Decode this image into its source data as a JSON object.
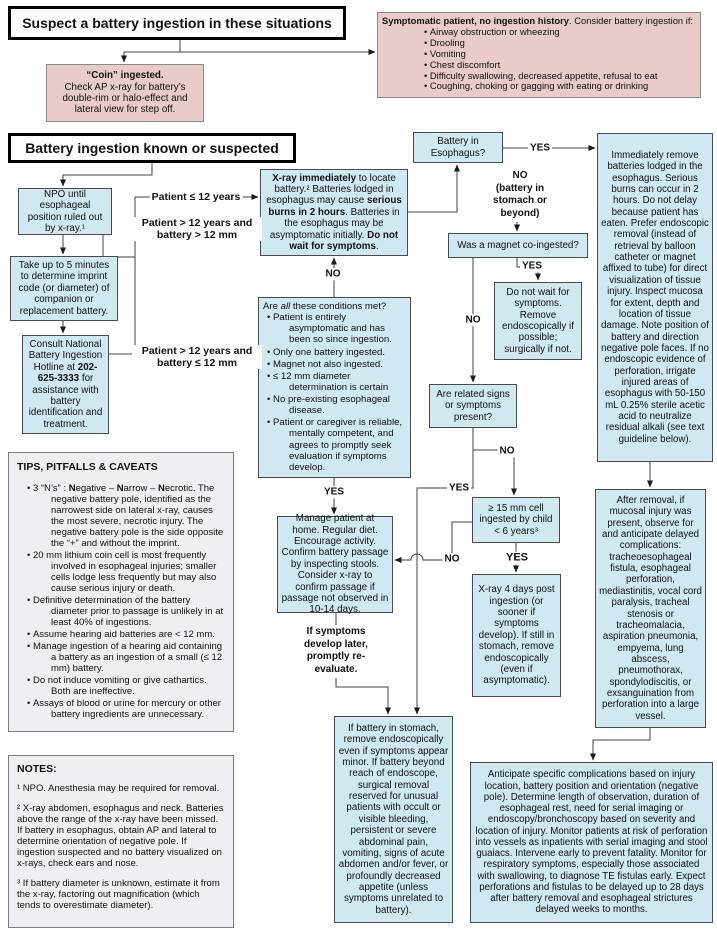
{
  "headers": {
    "suspect": "Suspect a battery ingestion in these situations",
    "known": "Battery ingestion known or suspected"
  },
  "coin": {
    "title": "“Coin” ingested.",
    "body": "Check AP x-ray for battery’s double-rim or halo-effect and lateral view for step off."
  },
  "symptomatic": {
    "intro": "**Symptomatic patient, no ingestion history**. Consider battery ingestion if:",
    "bullets": [
      "Airway obstruction or wheezing",
      "Drooling",
      "Vomiting",
      "Chest discomfort",
      "Difficulty swallowing, decreased appetite, refusal to eat",
      "Coughing, choking or gagging with eating or drinking"
    ]
  },
  "flow": {
    "npo": "NPO until esophageal position ruled out by x-ray.¹",
    "take5": "Take up to 5 minutes to determine imprint code (or diameter) of companion or replacement battery.",
    "hotline": "Consult National Battery Ingestion Hotline at **202-625-3333** for assistance with battery identification and treatment.",
    "xray_now": "**X-ray immediately** to locate battery.² Batteries lodged in esophagus may cause **serious burns in 2 hours**. Batteries in the esophagus may be asymptomatic initially. **Do not wait for symptoms**.",
    "conditions": {
      "intro": "Are *all* these conditions met?",
      "bullets": [
        "Patient is entirely asymptomatic and has been so since ingestion.",
        "Only one battery ingested.",
        "Magnet not also ingested.",
        "≤ 12 mm diameter determination is certain",
        "No pre-existing esophageal disease.",
        "Patient or caregiver is reliable, mentally competent, and agrees to promptly seek evaluation if symptoms develop."
      ]
    },
    "manage_home": "Manage patient at home. Regular diet. Encourage activity. Confirm battery passage by inspecting stools. Consider x-ray to confirm passage if passage not observed in 10-14 days.",
    "if_symptoms": "If symptoms develop later, promptly re-evaluate.",
    "stomach": "If battery in stomach, remove endoscopically even if symptoms appear minor. If battery beyond reach of endoscope, surgical removal reserved for unusual patients with occult or visible bleeding, persistent or severe abdominal pain, vomiting, signs of acute abdomen and/or fever, or profoundly decreased appetite (unless symptoms unrelated to battery).",
    "battery_esophagus": "Battery in Esophagus?",
    "magnet": "Was a magnet co-ingested?",
    "no_wait": "Do not wait for symptoms. Remove endoscopically if possible; surgically if not.",
    "related": "Are related signs or symptoms present?",
    "cell15": "≥ 15 mm cell ingested by child < 6 years³",
    "xray4": "X-ray 4 days post ingestion (or sooner if symptoms develop). If still in stomach, remove endoscopically (even if asymptomatic).",
    "immediate": "Immediately remove batteries lodged in the esophagus. Serious burns can occur in 2 hours. Do not delay because patient has eaten. Prefer endoscopic removal (instead of retrieval by balloon catheter or magnet affixed to tube) for direct visualization of tissue injury. Inspect mucosa for extent, depth and location of tissue damage. Note position of battery and direction negative pole faces. If no endoscopic evidence of perforation, irrigate injured areas of esophagus with 50-150 mL 0.25% sterile acetic acid to neutralize residual alkali (see text guideline below).",
    "after_removal": "After removal, if mucosal injury was present, observe for and anticipate delayed complications: tracheoesophageal fistula, esophageal perforation, mediastinitis, vocal cord paralysis, tracheal stenosis or tracheomalacia, aspiration pneumonia, empyema, lung abscess, pneumothorax, spondylodiscitis, or exsanguination from perforation into a large vessel.",
    "anticipate": "Anticipate specific complications based on injury location, battery position and orientation (negative pole). Determine length of observation, duration of esophageal rest, need for serial imaging or endoscopy/bronchoscopy based on severity and location of injury. Monitor patients at risk of perforation into vessels as inpatients with serial imaging and stool guaiacs. Intervene early to prevent fatality. Monitor for respiratory symptoms, especially those associated with swallowing, to diagnose TE fistulas early. Expect perforations and fistulas to be delayed up to 28 days after battery removal and esophageal strictures delayed weeks to months."
  },
  "no_stomach": {
    "word": "NO",
    "detail": "(battery in stomach or beyond)"
  },
  "branch_labels": {
    "le12": "Patient ≤ 12 years",
    "gt12_gt12": "Patient > 12 years and battery > 12 mm",
    "gt12_le12": "Patient > 12 years and battery ≤ 12 mm"
  },
  "decision_labels": {
    "yes": "YES",
    "no": "NO"
  },
  "tips": {
    "title": "TIPS, PITFALLS & CAVEATS",
    "bullets": [
      "3 “N’s” : **N**egative – **N**arrow – **N**ecrotic.  The negative battery pole, identified as the narrowest side on lateral x-ray, causes the most severe, necrotic injury.  The negative battery pole is the side opposite the “+” and without the imprint.",
      "20 mm lithium coin cell is most frequently involved in esophageal injuries; smaller cells lodge less frequently but may also cause serious injury or death.",
      "Definitive determination of the battery diameter prior to passage is unlikely in at least 40% of ingestions.",
      "Assume hearing aid batteries are < 12 mm.",
      "Manage ingestion of a hearing aid containing a battery as an ingestion of a small (≤ 12 mm) battery.",
      "Do not induce vomiting or give cathartics.  Both are ineffective.",
      "Assays of blood or urine for mercury or other battery ingredients are unnecessary."
    ]
  },
  "notes": {
    "title": "NOTES:",
    "items": [
      "¹ NPO. Anesthesia may be required for removal.",
      "² X-ray abdomen, esophagus and neck. Batteries above the range of the x-ray have been missed. If battery in esophagus, obtain AP and lateral to determine orientation of negative pole. If ingestion suspected and no battery visualized on x-rays, check ears and nose.",
      "³ If battery diameter is unknown, estimate it from the x-ray, factoring out magnification (which tends to overestimate diameter)."
    ]
  },
  "colors": {
    "box_blue": "#cfe8f1",
    "box_pink": "#e9cbca",
    "box_gray": "#efeef3",
    "line": "#404040"
  }
}
